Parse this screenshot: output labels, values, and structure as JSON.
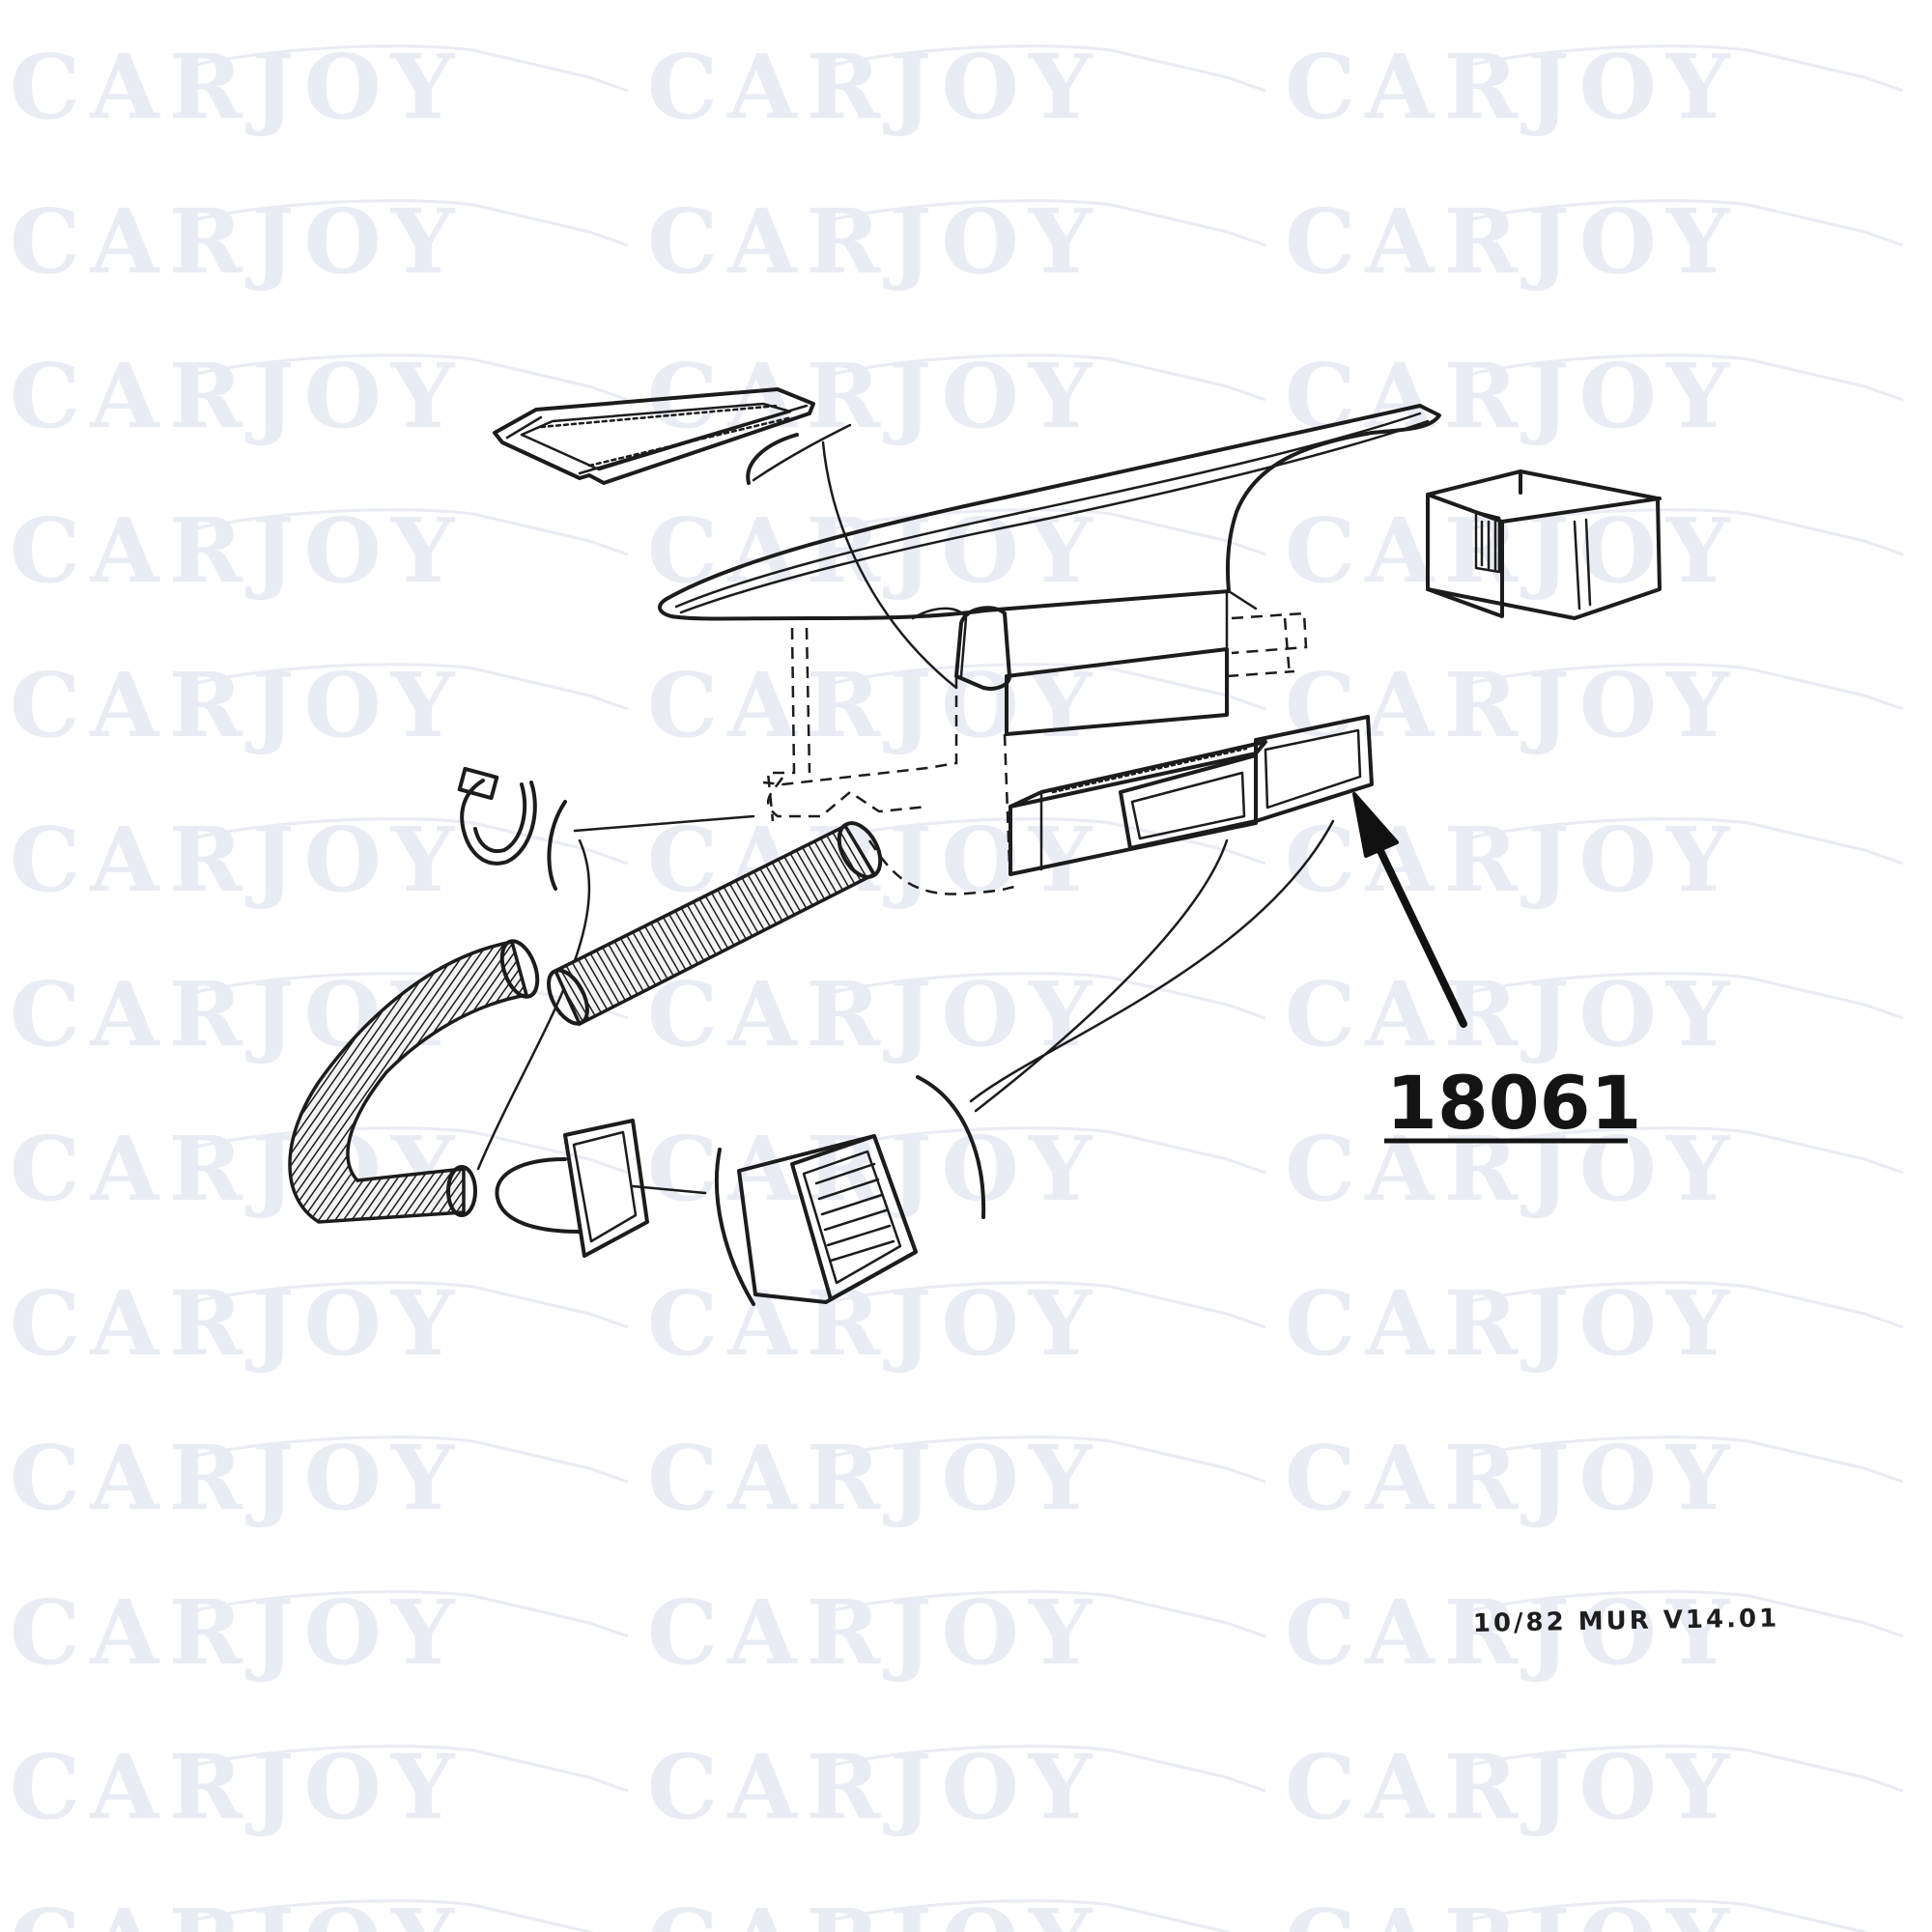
{
  "watermark": {
    "text": "CARJOY"
  },
  "callout": {
    "part_number": "18061"
  },
  "footer": {
    "code": "10/82 MUR  V14.01"
  },
  "colors": {
    "ink": "#1c1c1c",
    "watermark": "#e9ecf3",
    "background": "#ffffff"
  },
  "icons": {
    "arrow": "arrow-icon",
    "watermark_car": "car-silhouette-icon"
  }
}
